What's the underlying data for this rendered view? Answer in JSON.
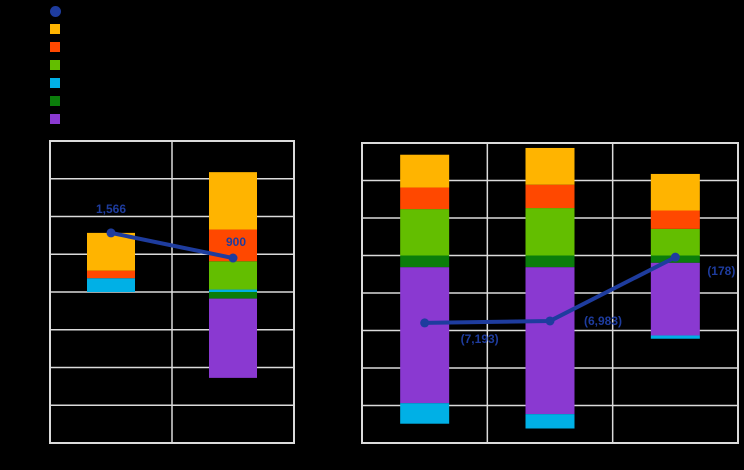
{
  "canvas": {
    "background": "#000000",
    "grid_color": "#DBDBDB"
  },
  "legend": {
    "items": [
      {
        "name": "net-line",
        "shape": "circle",
        "color": "#1E3C9E"
      },
      {
        "name": "amber-series",
        "shape": "square",
        "color": "#FFB400"
      },
      {
        "name": "orange-red-series",
        "shape": "square",
        "color": "#FF4800"
      },
      {
        "name": "green-series",
        "shape": "square",
        "color": "#63BE00"
      },
      {
        "name": "cyan-series",
        "shape": "square",
        "color": "#00B0E6"
      },
      {
        "name": "dark-green-series",
        "shape": "square",
        "color": "#0B7D0B"
      },
      {
        "name": "purple-series",
        "shape": "square",
        "color": "#8A39D1"
      }
    ]
  },
  "chart_data": [
    {
      "type": "bar",
      "subtype": "stacked-bar-with-line-overlay",
      "panel": "left",
      "title": "",
      "xlabel": "",
      "ylabel": "",
      "ylim": [
        -4000,
        4000
      ],
      "grid_interval": 1000,
      "grid": true,
      "categories": [
        "",
        ""
      ],
      "stack_order_positive": [
        "cyan",
        "green",
        "orange_red",
        "amber"
      ],
      "stack_order_negative": [
        "dark_green",
        "purple",
        "cyan"
      ],
      "series": [
        {
          "name": "amber",
          "color": "#FFB400",
          "values": [
            1000,
            1520
          ]
        },
        {
          "name": "orange_red",
          "color": "#FF4800",
          "values": [
            200,
            840
          ]
        },
        {
          "name": "green",
          "color": "#63BE00",
          "values": [
            0,
            750
          ]
        },
        {
          "name": "cyan",
          "color": "#00B0E6",
          "values": [
            366,
            65
          ]
        },
        {
          "name": "dark_green",
          "color": "#0B7D0B",
          "values": [
            0,
            -175
          ]
        },
        {
          "name": "purple",
          "color": "#8A39D1",
          "values": [
            0,
            -2100
          ]
        }
      ],
      "line": {
        "name": "net_total",
        "color": "#1E3C9E",
        "values": [
          1566,
          900
        ],
        "labels": [
          "1,566",
          "900"
        ]
      }
    },
    {
      "type": "bar",
      "subtype": "stacked-bar-with-line-overlay",
      "panel": "right",
      "title": "",
      "xlabel": "",
      "ylabel": "",
      "ylim": [
        -20000,
        12000
      ],
      "grid_interval": 4000,
      "grid": true,
      "categories": [
        "",
        "",
        ""
      ],
      "stack_order_positive": [
        "cyan",
        "green",
        "orange_red",
        "amber"
      ],
      "stack_order_negative": [
        "dark_green",
        "purple",
        "cyan"
      ],
      "series": [
        {
          "name": "amber",
          "color": "#FFB400",
          "values": [
            3500,
            3920,
            3900
          ]
        },
        {
          "name": "orange_red",
          "color": "#FF4800",
          "values": [
            2300,
            2490,
            1960
          ]
        },
        {
          "name": "green",
          "color": "#63BE00",
          "values": [
            4950,
            5060,
            2840
          ]
        },
        {
          "name": "cyan",
          "color": "#00B0E6",
          "values": [
            -2193,
            -1533,
            -348
          ]
        },
        {
          "name": "dark_green",
          "color": "#0B7D0B",
          "values": [
            -1250,
            -1250,
            -780
          ]
        },
        {
          "name": "purple",
          "color": "#8A39D1",
          "values": [
            -14500,
            -15670,
            -7750
          ]
        }
      ],
      "line": {
        "name": "net_total",
        "color": "#1E3C9E",
        "values": [
          -7193,
          -6983,
          -178
        ],
        "labels": [
          "(7,193)",
          "(6,983)",
          "(178)"
        ]
      }
    }
  ]
}
